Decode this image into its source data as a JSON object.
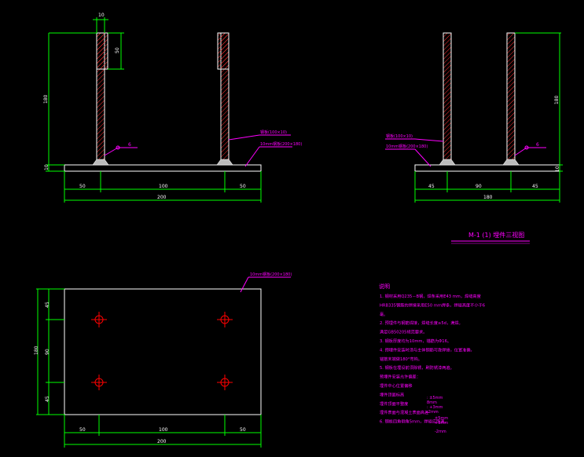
{
  "colors": {
    "background": "#000000",
    "dimension": "#00ff00",
    "outline": "#ffffff",
    "annotation": "#ff00ff",
    "hatch": "#ff3333",
    "hole_center": "#ff0000"
  },
  "front_view": {
    "dim_top": "10",
    "dim_upper": "50",
    "dim_height": "180",
    "dim_plate": "10",
    "dim_bottom": [
      "50",
      "100",
      "50"
    ],
    "dim_total": "200",
    "weld_symbol": "6",
    "label_column": "钢板(100×10)",
    "label_plate": "10mm钢板(200×180)"
  },
  "side_view": {
    "dim_height": "180",
    "dim_plate": "10",
    "dim_bottom": [
      "45",
      "90",
      "45"
    ],
    "dim_total": "180",
    "weld_symbol": "6",
    "label_column": "钢板(100×10)",
    "label_plate": "10mm钢板(200×180)"
  },
  "title": "M-1 (1) 埋件三视图",
  "plan_view": {
    "label_plate": "10mm钢板(200×180)",
    "dim_left": [
      "45",
      "90",
      "45"
    ],
    "dim_left_total": "180",
    "dim_bottom": [
      "50",
      "100",
      "50"
    ],
    "dim_bottom_total": "200"
  },
  "notes": {
    "heading": "说明",
    "lines": [
      "1. 钢材采用Q235－B钢，焊条采用E43     mm，焊缝高度",
      "   HRB335钢筋的焊接采用E50   mm焊条，焊缝高度不小于6",
      "   毫。",
      "2. 预埋件与钢筋焊接，焊缝长度≥5d，满焊。",
      "   满足GB50205规范要求。",
      "3. 钢板厚度均为10mm，锚筋为Φ16。",
      "4. 预埋件安装时须与主体钢筋可靠焊接，位置准确，",
      "   锚筋末端做180°弯钩。",
      "5. 钢板在埋设前须除锈，刷防锈漆两遍。",
      "   预埋件安装允许偏差：",
      "   埋件中心位置偏移",
      "   埋件顶面标高",
      "   埋件顶面平整度",
      "   埋件表面与混凝土表面高差",
      "6. 钢板四角倒角5mm，焊缝应饱满。"
    ],
    "values": [
      ":  ±5mm",
      "   8mm",
      ":  +3mm",
      "   -2mm",
      "   ±5mm",
      "   +3mm",
      "   -2mm"
    ]
  }
}
